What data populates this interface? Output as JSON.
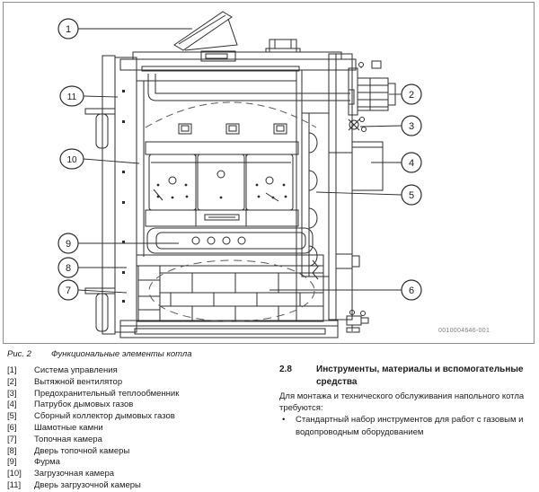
{
  "figure": {
    "caption_label": "Рис. 2",
    "caption_text": "Функциональные элементы котла",
    "drawing_code": "0010004646-001",
    "callouts": [
      {
        "number": "1"
      },
      {
        "number": "2"
      },
      {
        "number": "3"
      },
      {
        "number": "4"
      },
      {
        "number": "5"
      },
      {
        "number": "6"
      },
      {
        "number": "7"
      },
      {
        "number": "8"
      },
      {
        "number": "9"
      },
      {
        "number": "10"
      },
      {
        "number": "11"
      }
    ]
  },
  "legend": {
    "items": [
      {
        "number": "[1]",
        "label": "Система управления"
      },
      {
        "number": "[2]",
        "label": "Вытяжной вентилятор"
      },
      {
        "number": "[3]",
        "label": "Предохранительный теплообменник"
      },
      {
        "number": "[4]",
        "label": "Патрубок дымовых газов"
      },
      {
        "number": "[5]",
        "label": "Сборный коллектор дымовых газов"
      },
      {
        "number": "[6]",
        "label": "Шамотные камни"
      },
      {
        "number": "[7]",
        "label": "Топочная камера"
      },
      {
        "number": "[8]",
        "label": "Дверь топочной камеры"
      },
      {
        "number": "[9]",
        "label": "Фурма"
      },
      {
        "number": "[10]",
        "label": "Загрузочная камера"
      },
      {
        "number": "[11]",
        "label": "Дверь загрузочной камеры"
      }
    ]
  },
  "section": {
    "number": "2.8",
    "title": "Инструменты, материалы и вспомогательные средства",
    "intro": "Для монтажа и технического обслуживания напольного котла требуются:",
    "bullet_marker": "•",
    "bullet_text": "Стандартный набор инструментов для работ с газовым и водопроводным оборудованием"
  }
}
